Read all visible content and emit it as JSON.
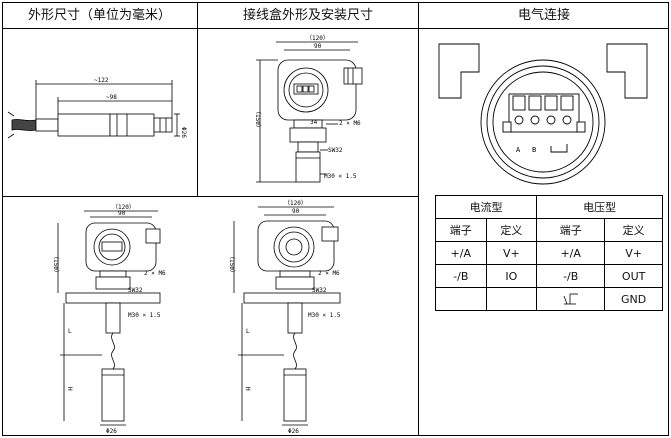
{
  "headers": {
    "dims": "外形尺寸（单位为毫米）",
    "junction": "接线盒外形及安装尺寸",
    "wiring": "电气连接"
  },
  "sensor": {
    "len_total": "~122",
    "len_body": "~98",
    "dia": "Φ26"
  },
  "junction_box": {
    "width": "（120）",
    "inner": "90",
    "height": "（150）",
    "thread1": "2 × M6",
    "sw": "SW32",
    "thread2": "M30 × 1.5",
    "dim34": "34"
  },
  "flange1": {
    "width": "（120）",
    "inner": "90",
    "height": "（150）",
    "thread1": "2 × M6",
    "sw": "SW32",
    "thread2": "M30 × 1.5",
    "L": "L",
    "H": "H",
    "dia": "Φ26"
  },
  "flange2": {
    "width": "（120）",
    "inner": "90",
    "height": "（150）",
    "thread1": "2 × M6",
    "sw": "SW32",
    "thread2": "M30 × 1.5",
    "L": "L",
    "H": "H",
    "dia": "Φ26"
  },
  "terminals": {
    "a": "A",
    "b": "B"
  },
  "table": {
    "group1": "电流型",
    "group2": "电压型",
    "col_terminal": "端子",
    "col_def": "定义",
    "rows": [
      {
        "t1": "+/A",
        "d1": "V+",
        "t2": "+/A",
        "d2": "V+"
      },
      {
        "t1": "-/B",
        "d1": "IO",
        "t2": "-/B",
        "d2": "OUT"
      },
      {
        "t1": "",
        "d1": "",
        "t2": "",
        "d2": "GND"
      }
    ]
  }
}
